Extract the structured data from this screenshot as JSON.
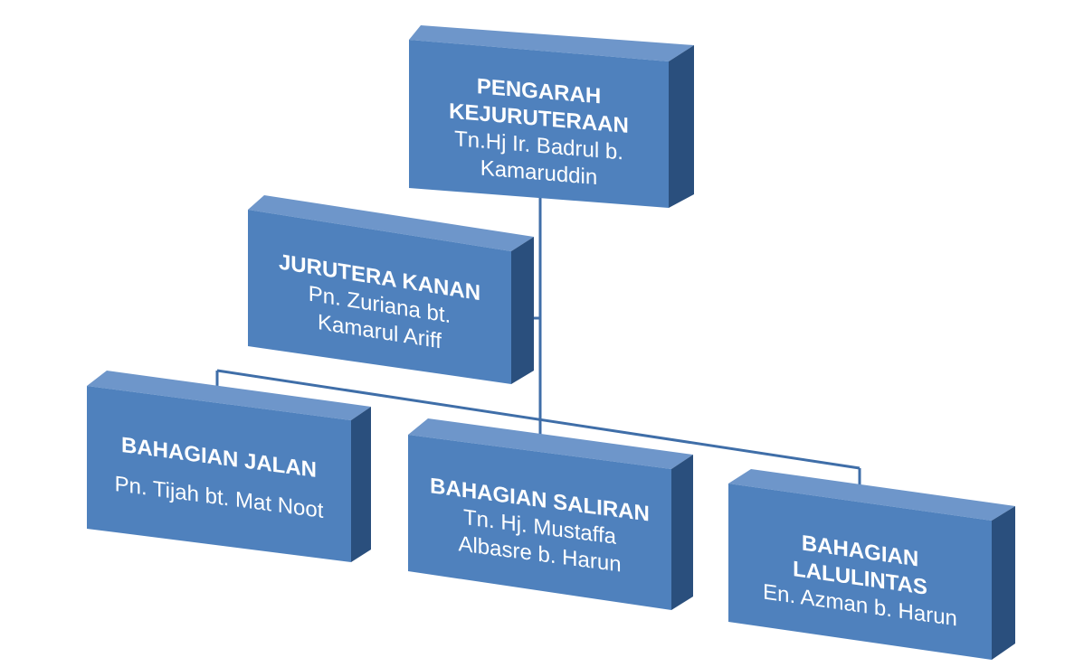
{
  "colors": {
    "front": "#4f81bd",
    "side": "#2a4f7d",
    "top": "#6e96ca",
    "line": "#3f6ea8",
    "text": "#ffffff"
  },
  "nodes": {
    "director": {
      "title": "PENGARAH\nKEJURUTERAAN",
      "name": "Tn.Hj Ir. Badrul b.\nKamaruddin"
    },
    "senior_engineer": {
      "title": "JURUTERA KANAN",
      "name": "Pn. Zuriana bt.\nKamarul Ariff"
    },
    "roads": {
      "title": "BAHAGIAN JALAN",
      "name": "Pn. Tijah bt. Mat Noot"
    },
    "drainage": {
      "title": "BAHAGIAN SALIRAN",
      "name": "Tn. Hj. Mustaffa\nAlbasre b. Harun"
    },
    "traffic": {
      "title": "BAHAGIAN\nLALULINTAS",
      "name": "En. Azman b. Harun"
    }
  }
}
